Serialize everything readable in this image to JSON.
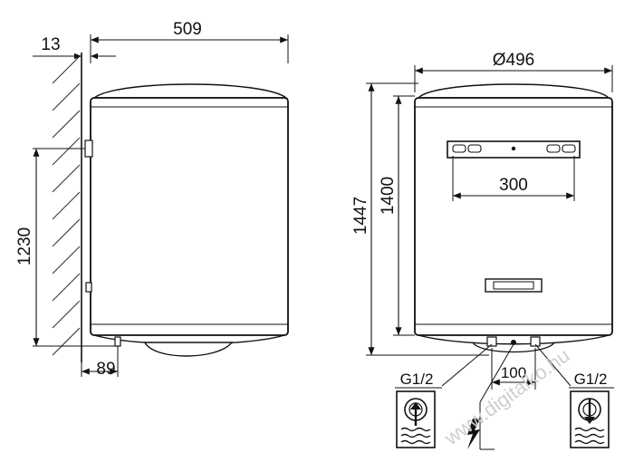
{
  "side_view": {
    "width_label": "509",
    "wall_gap_label": "13",
    "height_label": "1230",
    "bottom_offset_label": "89"
  },
  "front_view": {
    "diameter_label": "Ø496",
    "total_height_label": "1447",
    "body_height_label": "1400",
    "bracket_label": "300",
    "pipe_spacing_label": "100",
    "inlet_label": "G1/2",
    "outlet_label": "G1/2"
  },
  "icons": {
    "cold_water_in": "cold-water-inlet-icon",
    "hot_water_out": "hot-water-outlet-icon",
    "electric": "lightning-icon"
  },
  "watermark": "www.digitalko.hu"
}
